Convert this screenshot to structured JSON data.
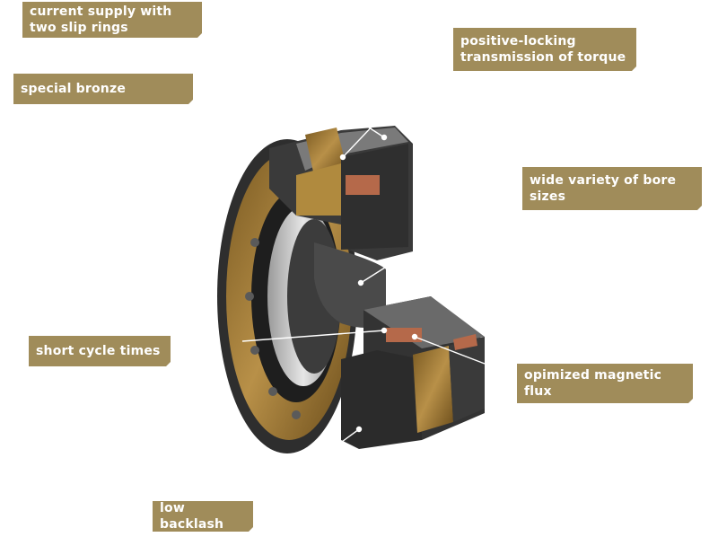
{
  "labels": {
    "current_supply": "current supply with\ntwo slip rings",
    "special_bronze": "special bronze",
    "positive_locking": "positive-locking\ntransmission of torque",
    "bore_sizes": "wide variety of bore\nsizes",
    "short_cycle": "short cycle times",
    "magnetic_flux": "opimized magnetic flux",
    "low_backlash": "low backlash"
  },
  "colors": {
    "label_bg": "#a08c5a",
    "label_text": "#ffffff",
    "bronze": "#a8823a",
    "dark_metal": "#3a3a3a",
    "grey_metal": "#6e6e6e",
    "copper": "#b5694a"
  }
}
